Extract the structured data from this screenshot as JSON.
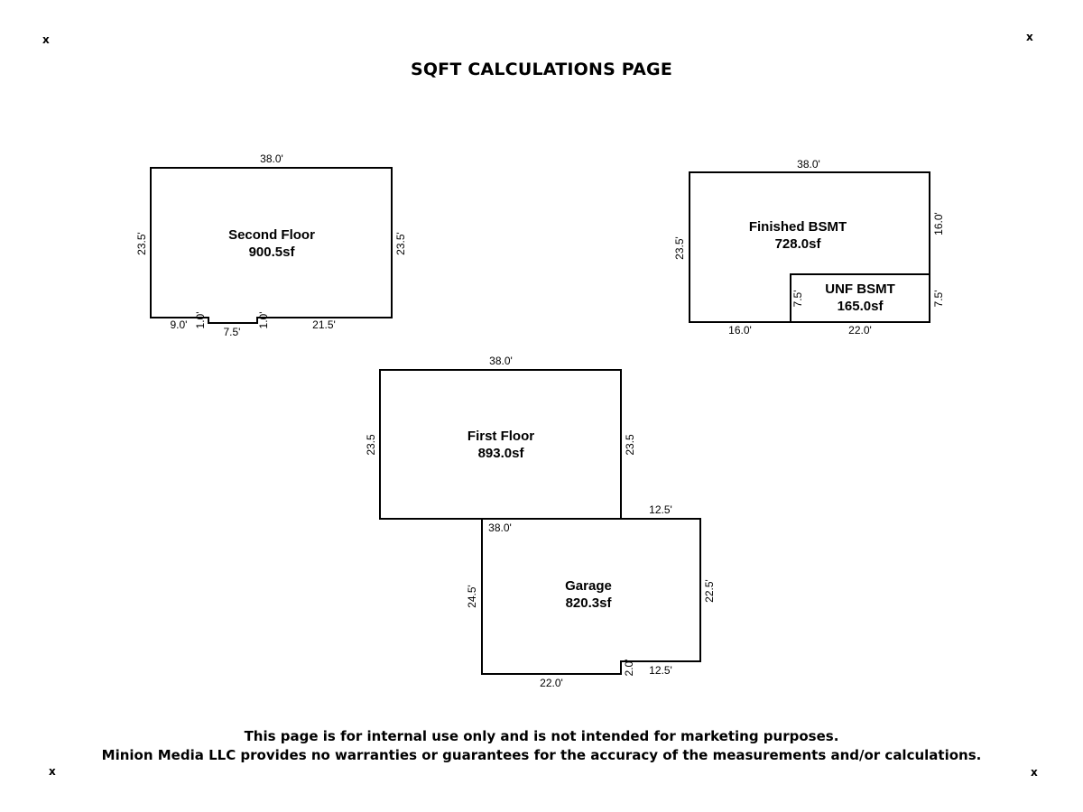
{
  "corners": {
    "top_left": "x",
    "top_right": "x",
    "bottom_left": "x",
    "bottom_right": "x"
  },
  "page_title": "SQFT CALCULATIONS PAGE",
  "rooms": {
    "second_floor": {
      "name": "Second Floor",
      "area": "900.5sf",
      "dims": {
        "top": "38.0'",
        "left": "23.5'",
        "right": "23.5'",
        "bottom_left": "9.0'",
        "notch_left": "1.0'",
        "notch_bottom": "7.5'",
        "notch_right": "1.0'",
        "bottom_right": "21.5'"
      }
    },
    "finished_bsmt": {
      "name": "Finished BSMT",
      "area": "728.0sf",
      "dims": {
        "top": "38.0'",
        "left": "23.5'",
        "right_upper": "16.0'",
        "bottom_left": "16.0'"
      }
    },
    "unf_bsmt": {
      "name": "UNF BSMT",
      "area": "165.0sf",
      "dims": {
        "left": "7.5'",
        "right": "7.5'",
        "bottom": "22.0'"
      }
    },
    "first_floor": {
      "name": "First Floor",
      "area": "893.0sf",
      "dims": {
        "top": "38.0'",
        "left": "23.5",
        "right": "23.5"
      }
    },
    "garage": {
      "name": "Garage",
      "area": "820.3sf",
      "dims": {
        "top_inner": "38.0'",
        "top_right": "12.5'",
        "left": "24.5'",
        "right": "22.5'",
        "bottom_right": "12.5'",
        "step": "2.0'",
        "bottom_left": "22.0'"
      }
    }
  },
  "disclaimer": {
    "line1": "This page is for internal use only and is not intended for marketing purposes.",
    "line2": "Minion Media LLC provides no warranties or guarantees for the accuracy of the measurements and/or calculations."
  }
}
